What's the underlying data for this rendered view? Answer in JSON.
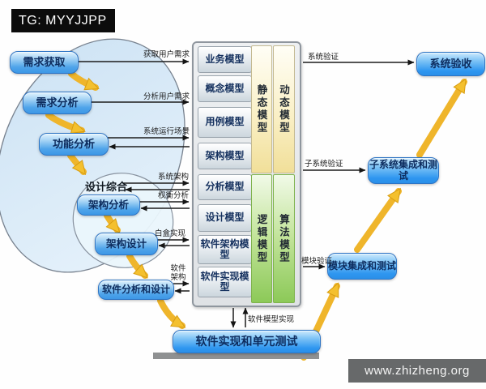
{
  "header": {
    "tag": "TG: MYYJJPP"
  },
  "footer": {
    "site": "www.zhizheng.org"
  },
  "nodes": {
    "req_acquire": "需求获取",
    "req_analyze": "需求分析",
    "func_analyze": "功能分析",
    "design_synthesis": "设计综合",
    "arch_analyze": "架构分析",
    "arch_design": "架构设计",
    "sw_analyze_design": "软件分析和设计",
    "sw_impl_unit_test": "软件实现和单元测试",
    "module_integration": "模块集成和测试",
    "subsystem_integration": "子系统集成和测试",
    "system_acceptance": "系统验收"
  },
  "models": [
    "业务模型",
    "概念模型",
    "用例模型",
    "架构模型",
    "分析模型",
    "设计模型",
    "软件架构模型",
    "软件实现模型"
  ],
  "columns": {
    "static": "静态模型",
    "dynamic": "动态模型",
    "logic": "逻辑模型",
    "algorithm": "算法模型"
  },
  "edge_labels": {
    "acquire_user_req": "获取用户需求",
    "analyze_user_req": "分析用户需求",
    "system_run_scenario": "系统运行场景",
    "system_arch": "系统架构",
    "tradeoff_analysis": "权衡分析",
    "whitebox_impl": "白盒实现",
    "software_arch": "软件架构",
    "software_model_impl": "软件模型实现",
    "system_verify": "系统验证",
    "subsystem_verify": "子系统验证",
    "module_verify": "模块验证"
  }
}
